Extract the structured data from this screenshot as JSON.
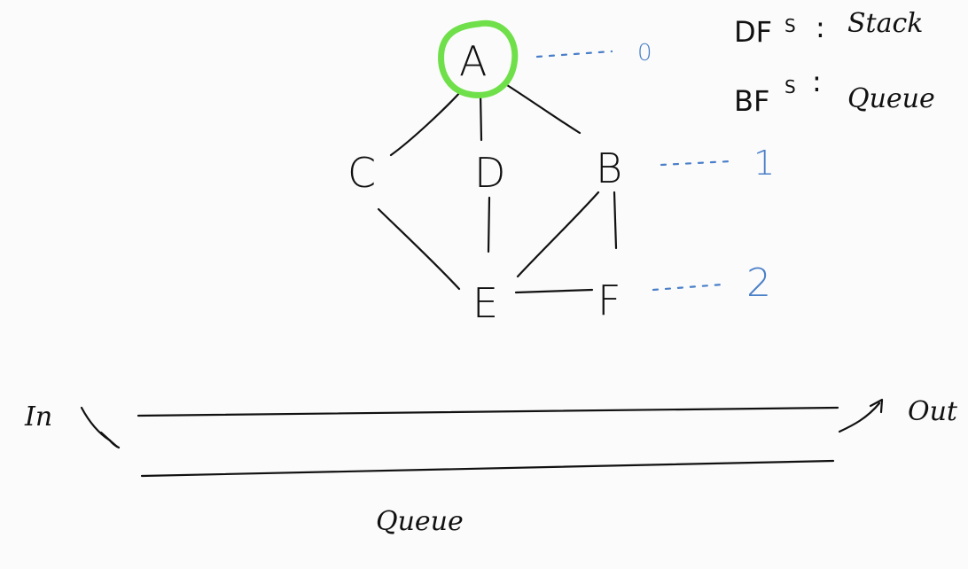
{
  "colors": {
    "ink": "#111111",
    "highlight": "#6fe04a",
    "level_ink": "#4a7fc9"
  },
  "graph": {
    "nodes": {
      "A": "A",
      "B": "B",
      "C": "C",
      "D": "D",
      "E": "E",
      "F": "F"
    },
    "highlighted_node": "A",
    "edges": [
      [
        "A",
        "C"
      ],
      [
        "A",
        "D"
      ],
      [
        "A",
        "B"
      ],
      [
        "C",
        "E"
      ],
      [
        "D",
        "E"
      ],
      [
        "B",
        "E"
      ],
      [
        "B",
        "F"
      ],
      [
        "E",
        "F"
      ]
    ],
    "levels": {
      "level_0": "0",
      "level_1": "1",
      "level_2": "2"
    }
  },
  "notes": {
    "dfs_label": "DF",
    "dfs_sup": "S",
    "dfs_sep": ":",
    "dfs_structure": "Stack",
    "bfs_label": "BF",
    "bfs_sup": "S",
    "bfs_sep": ":",
    "bfs_structure": "Queue"
  },
  "queue": {
    "in_label": "In",
    "out_label": "Out",
    "caption": "Queue"
  }
}
